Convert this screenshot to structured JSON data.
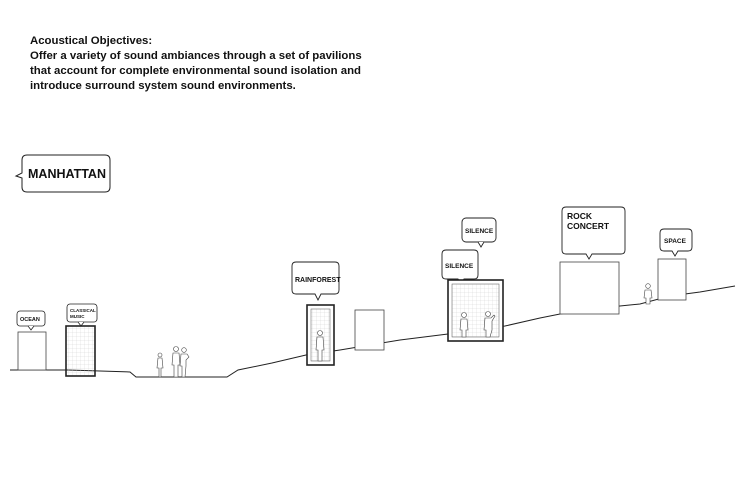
{
  "header": {
    "line1": "Acoustical Objectives:",
    "line2": "Offer a variety of sound ambiances through a set of pavilions",
    "line3": "that account for complete environmental sound isolation and",
    "line4": "introduce surround system sound environments."
  },
  "location_label": "MANHATTAN",
  "pavilions": {
    "ocean": "OCEAN",
    "classical_1": "CLASSICAL",
    "classical_2": "MUSIC",
    "rainforest": "RAINFOREST",
    "silence_upper": "SILENCE",
    "silence_lower": "SILENCE",
    "rock_1": "ROCK",
    "rock_2": "CONCERT",
    "space": "SPACE"
  }
}
